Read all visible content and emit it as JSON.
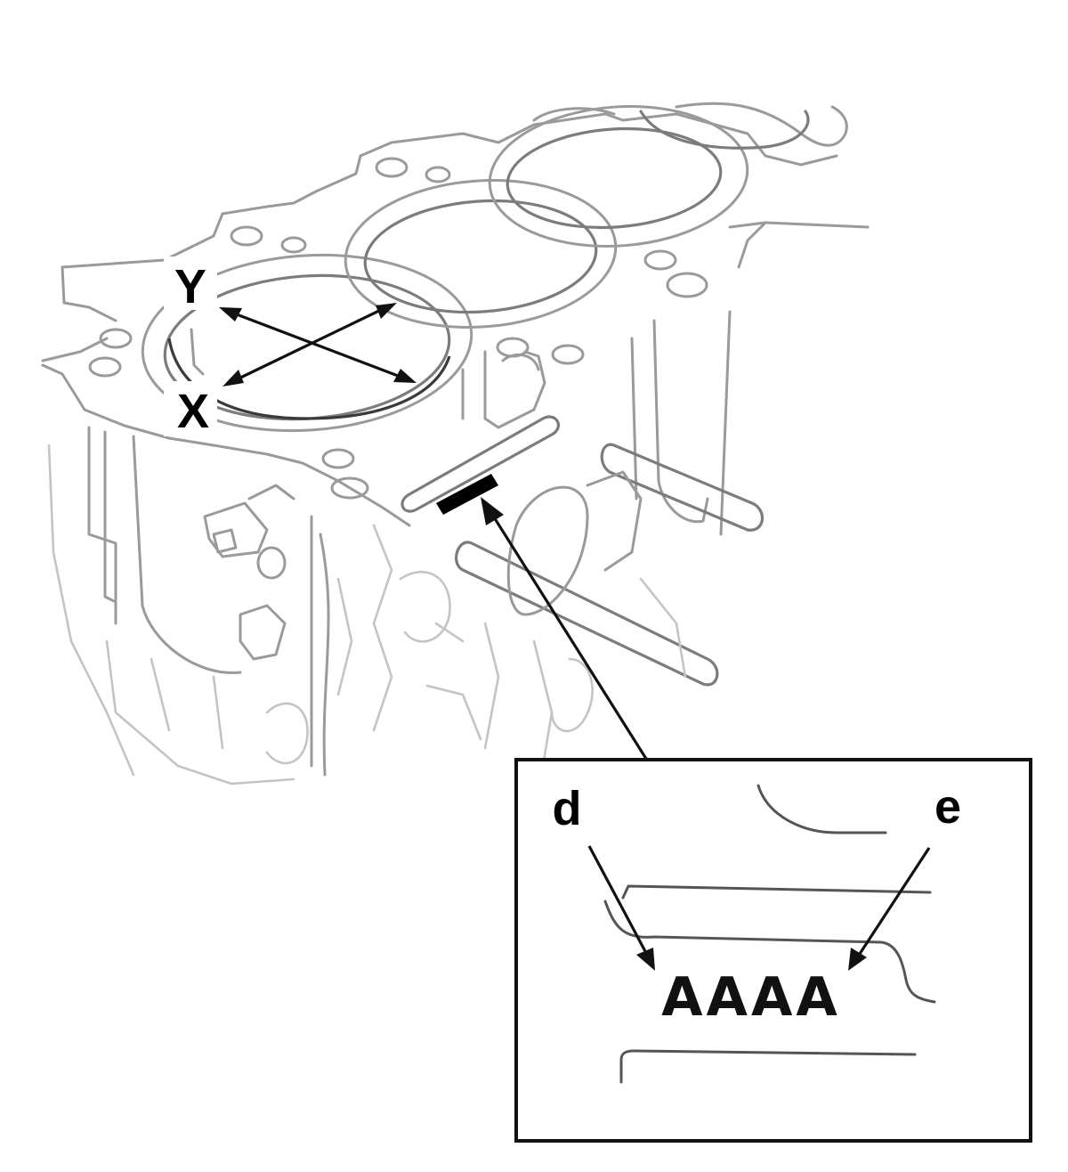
{
  "figure": {
    "axis_labels": {
      "y": "Y",
      "x": "X"
    },
    "inset": {
      "label_d": "d",
      "label_e": "e",
      "stamp_text": "AAAA"
    },
    "icons": [
      "cylinder-block-drawing",
      "measurement-arrows",
      "leader-arrow",
      "stamp-mark"
    ]
  }
}
